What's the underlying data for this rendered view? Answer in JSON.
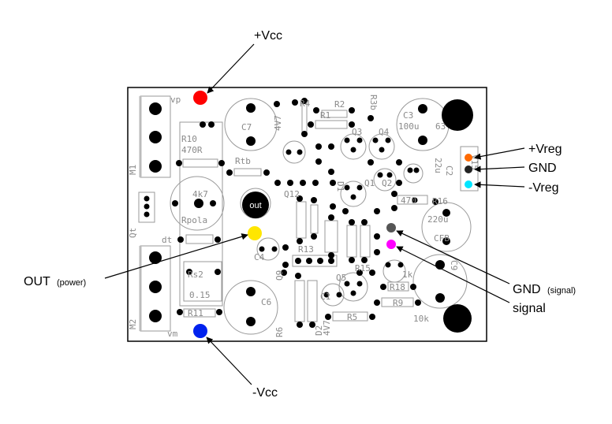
{
  "labels": {
    "vcc_pos": "+Vcc",
    "vcc_neg": "-Vcc",
    "vreg_pos": "+Vreg",
    "gnd": "GND",
    "vreg_neg": "-Vreg",
    "out_main": "OUT",
    "out_sub": "(power)",
    "gnd_signal_main": "GND",
    "gnd_signal_sub": "(signal)",
    "signal": "signal"
  },
  "board_marks": {
    "out_pad": "out",
    "vp": "vp",
    "vm": "vm",
    "m1": "M1",
    "m2": "M2",
    "qt": "Qt",
    "dt": "dt",
    "r10": "R10",
    "r10_val": "470R",
    "rtb": "Rtb",
    "rpola": "Rpola",
    "pot_val": "4k7",
    "c7": "C7",
    "c6": "C6",
    "c3": "C3",
    "c3_val": "100u",
    "c3_v": "63",
    "c2": "C2",
    "c2_val": "22u",
    "c1": "C1",
    "c9": "C9",
    "c4": "C4",
    "r1": "R1",
    "r2": "R2",
    "r3b": "R3b",
    "r4": "R4",
    "r5": "R5",
    "r6": "R6",
    "r9": "R9",
    "r11": "R11",
    "r13": "R13",
    "r15": "R15",
    "r16": "R16",
    "rs2": "Rs2",
    "rs2_val": "0.15",
    "q1": "Q1",
    "q2": "Q2",
    "q3": "Q3",
    "q4": "Q4",
    "q5": "Q5",
    "q9": "Q9",
    "q12": "Q12",
    "d1": "D1",
    "d2": "D2",
    "d2_val": "4V7",
    "d4_val": "4V7",
    "cap220": "220u",
    "cfb": "CFB",
    "r470": "470",
    "k10": "10k",
    "v15": "V15",
    "k1": "1k",
    "r18": "R18"
  },
  "colors": {
    "vcc_pos_pad": "#ff0000",
    "vcc_neg_pad": "#0022ee",
    "out_pad": "#ffe600",
    "vreg_pos_pad": "#ff6a00",
    "gnd_pad": "#222222",
    "vreg_neg_pad": "#00e5ff",
    "gnd_signal_pad": "#555555",
    "signal_pad": "#ff00ff",
    "board_outline": "#000000",
    "silkscreen": "#8a8a8a"
  }
}
